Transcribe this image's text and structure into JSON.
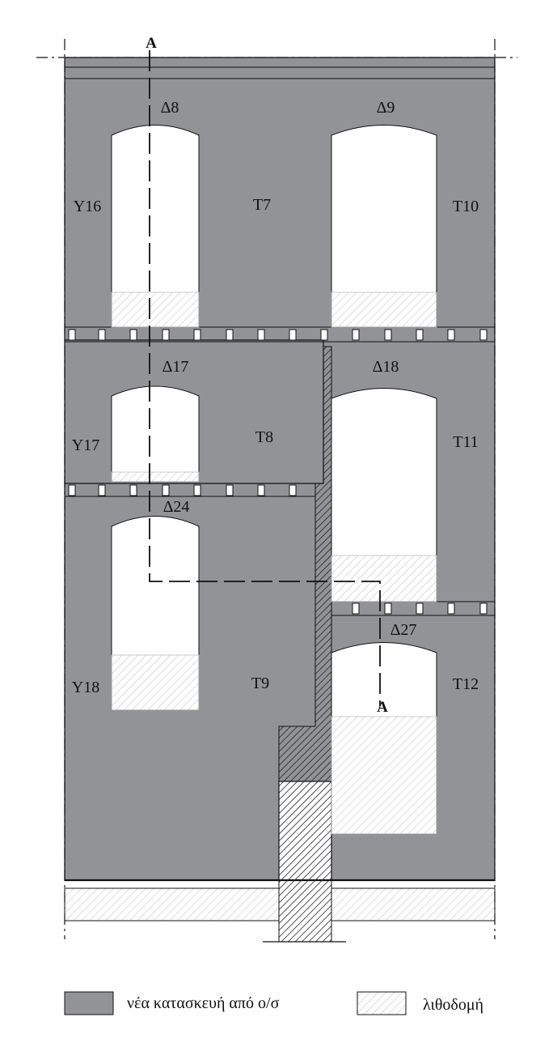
{
  "section_marks": {
    "top": "A",
    "bottom": "A"
  },
  "labels": {
    "d8": "Δ8",
    "d9": "Δ9",
    "y16": "Y16",
    "t7": "T7",
    "t10": "T10",
    "d17": "Δ17",
    "d18": "Δ18",
    "y17": "Y17",
    "t8": "T8",
    "t11": "T11",
    "d24": "Δ24",
    "y18": "Y18",
    "t9": "T9",
    "d27": "Δ27",
    "t12": "T12"
  },
  "legend": {
    "concrete": "νέα κατασκευή από ο/σ",
    "masonry": "λιθοδομή"
  },
  "colors": {
    "concrete_fill": "#929397",
    "hatch": "#333333",
    "masonry_hatch": "#bdbdbd",
    "line": "#111111"
  }
}
